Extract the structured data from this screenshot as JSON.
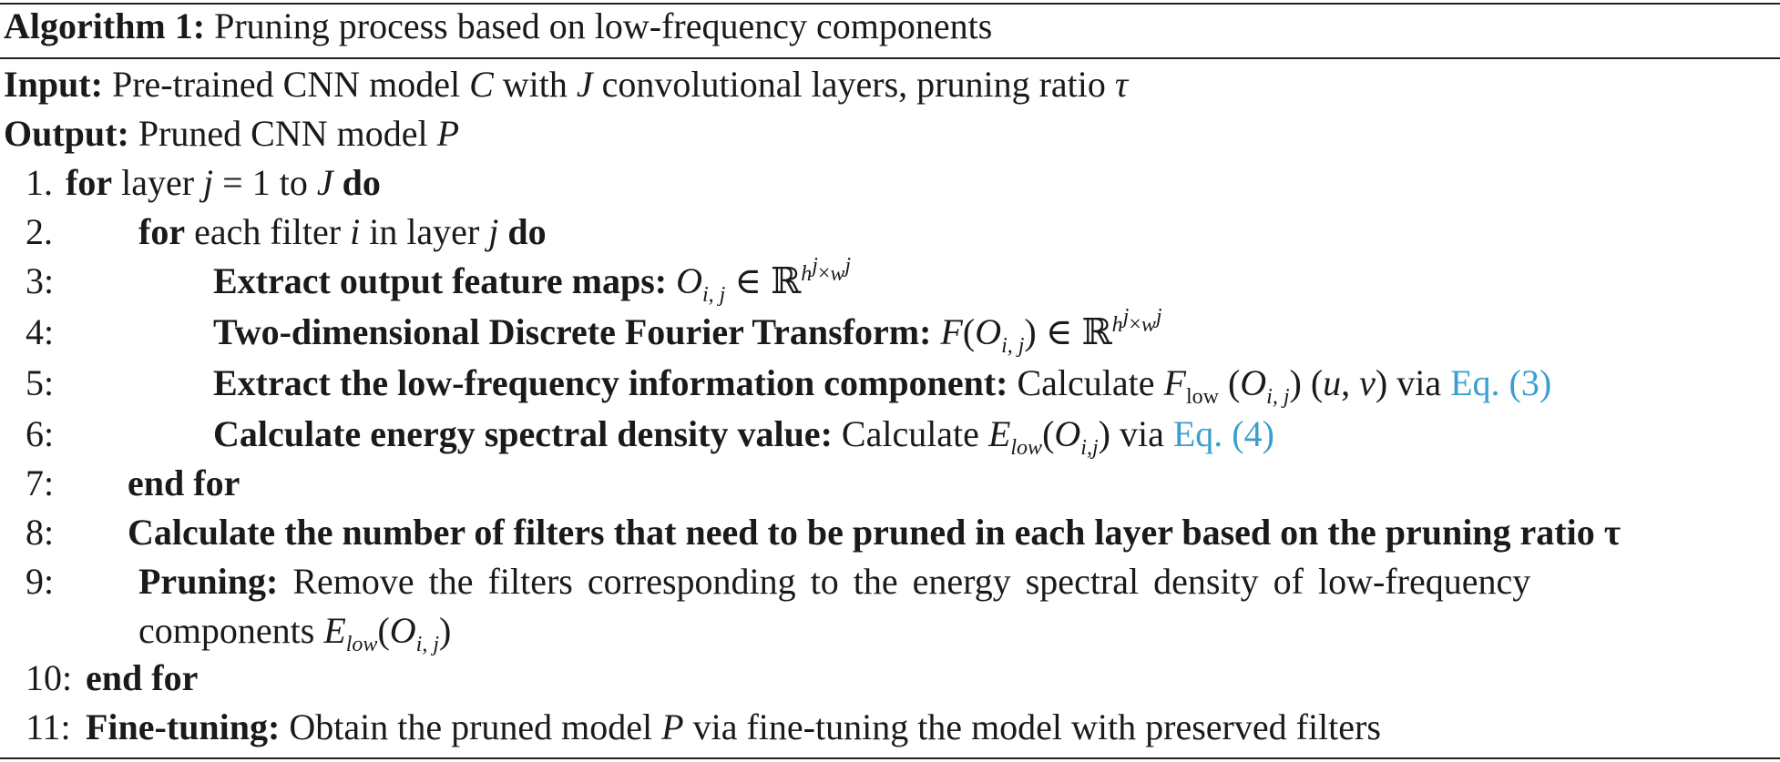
{
  "algorithm": {
    "title_label": "Algorithm 1:",
    "title_text": "Pruning process based on low-frequency components",
    "input_label": "Input:",
    "input_text_1": "Pre-trained CNN model",
    "input_var_C": "C",
    "input_text_2": "with",
    "input_var_J": "J",
    "input_text_3": "convolutional layers, pruning ratio",
    "input_var_tau": "τ",
    "output_label": "Output:",
    "output_text": "Pruned CNN model",
    "output_var_P": "P",
    "steps": [
      {
        "num": "1.",
        "kw1": "for",
        "text": "layer",
        "var": "j",
        "eq": "= 1 to",
        "var2": "J",
        "kw2": "do"
      },
      {
        "num": "2.",
        "kw1": "for",
        "text": "each filter",
        "var": "i",
        "text2": "in layer",
        "var2": "j",
        "kw2": "do"
      },
      {
        "num": "3:",
        "bold": "Extract output feature maps:"
      },
      {
        "num": "4:",
        "bold": "Two-dimensional Discrete Fourier Transform:"
      },
      {
        "num": "5:",
        "bold": "Extract the low-frequency information component:",
        "text": "Calculate",
        "via": "via",
        "link": "Eq. (3)"
      },
      {
        "num": "6:",
        "bold": "Calculate energy spectral density value:",
        "text": "Calculate",
        "via": "via",
        "link": "Eq. (4)"
      },
      {
        "num": "7:",
        "bold": "end for"
      },
      {
        "num": "8:",
        "bold": "Calculate the number of filters that need to be pruned in each layer based on the pruning ratio τ"
      },
      {
        "num": "9:",
        "bold": "Pruning:",
        "text": "Remove the filters corresponding to the energy spectral density of low-frequency",
        "text2": "components"
      },
      {
        "num": "10:",
        "bold": "end for"
      },
      {
        "num": "11:",
        "bold": "Fine-tuning:",
        "text": "Obtain the pruned model",
        "var": "P",
        "text2": "via fine-tuning the model with preserved filters"
      }
    ],
    "link_color": "#3a9fd0"
  }
}
